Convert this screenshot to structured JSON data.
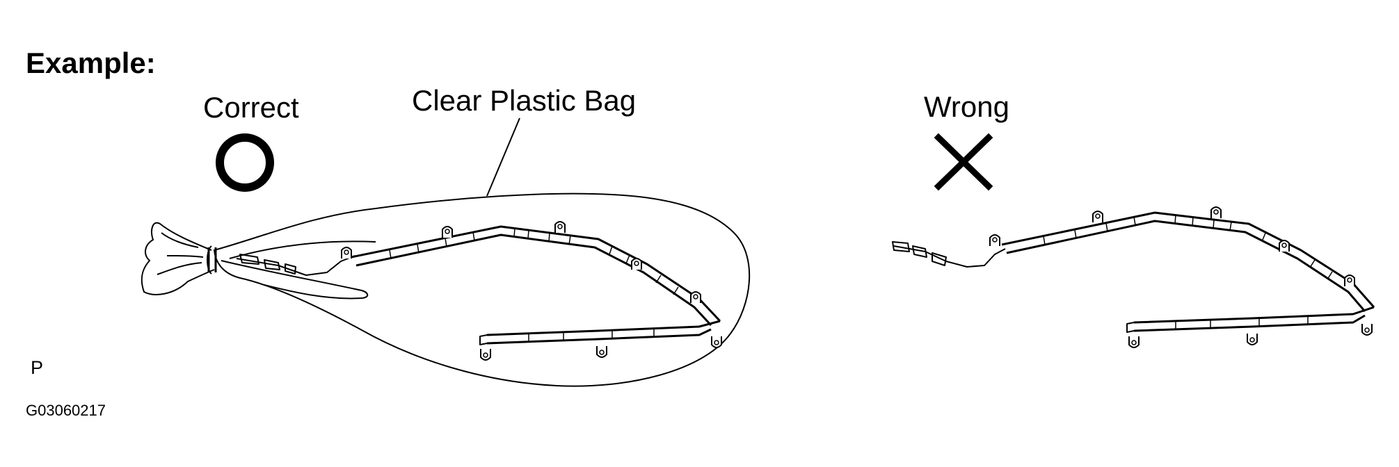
{
  "heading": "Example:",
  "correct_label": "Correct",
  "bag_label": "Clear Plastic Bag",
  "wrong_label": "Wrong",
  "corner_mark": "P",
  "figure_code": "G03060217",
  "icons": {
    "correct": "circle-o-icon",
    "wrong": "cross-x-icon"
  }
}
